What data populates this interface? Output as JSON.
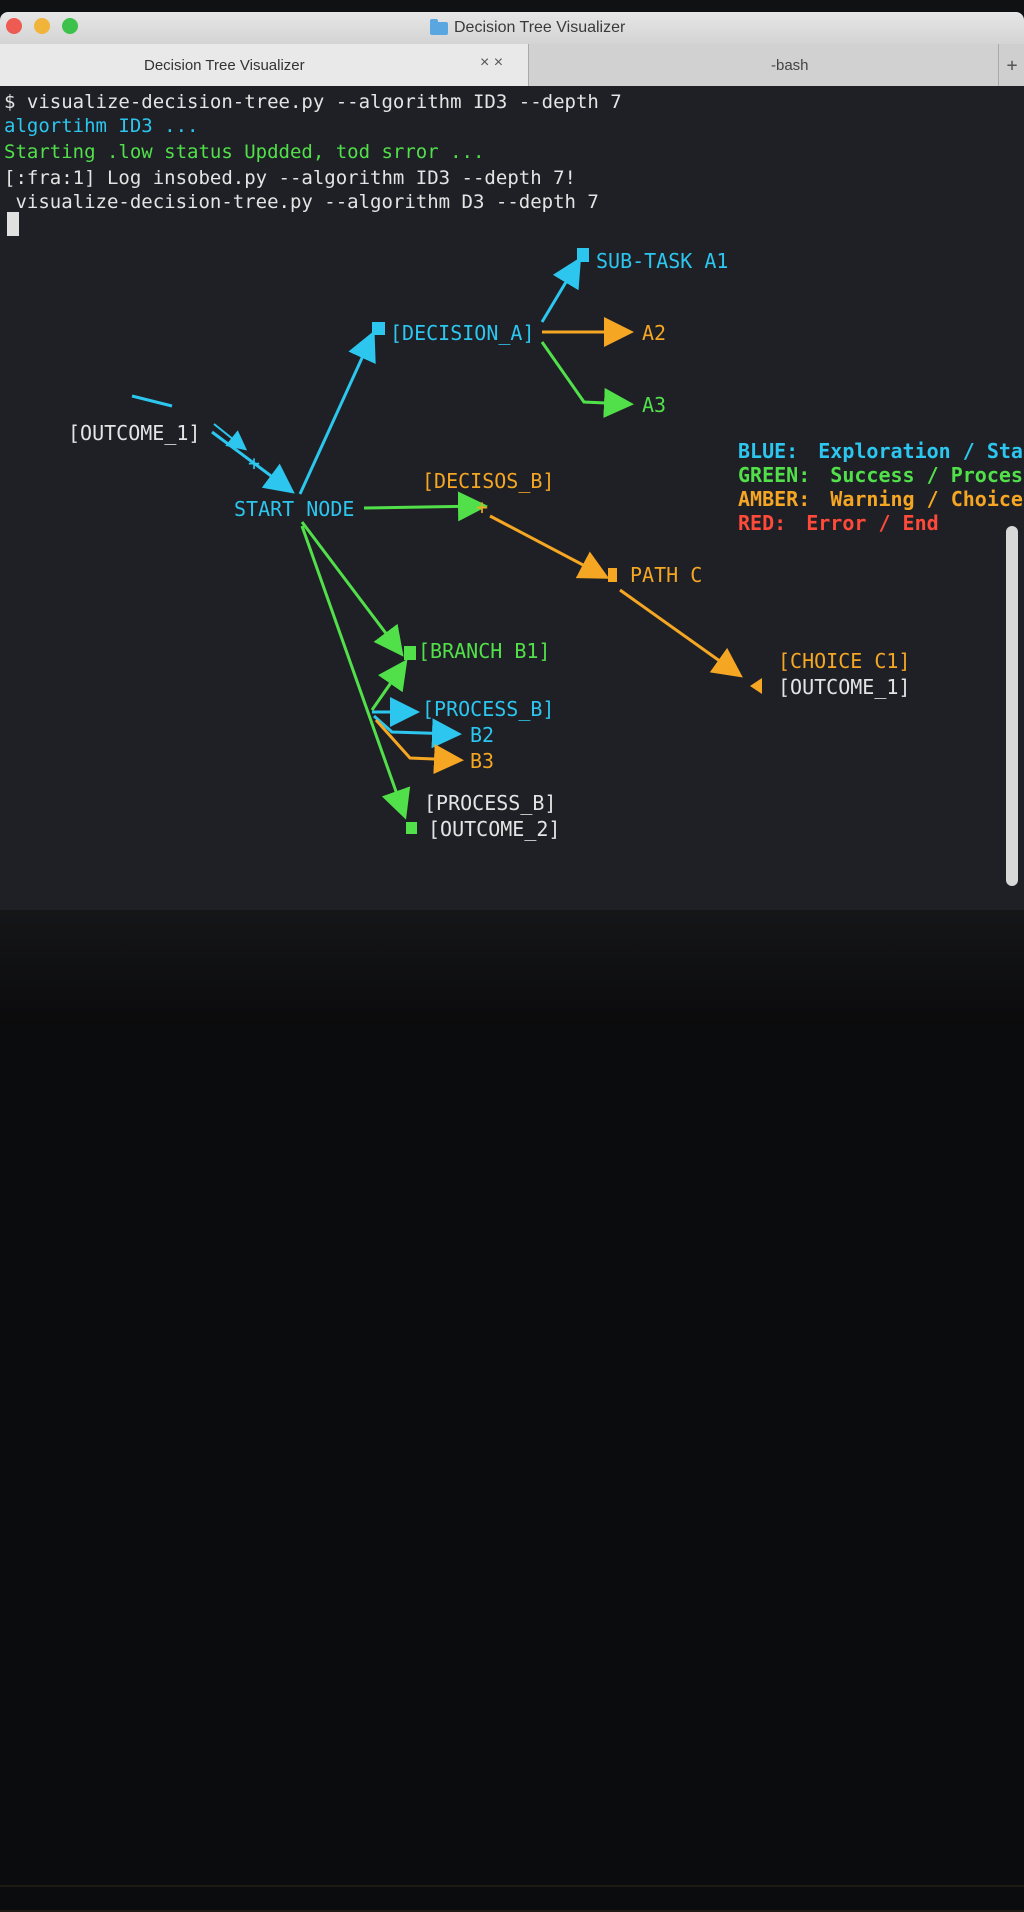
{
  "window": {
    "title": "Decision Tree Visualizer",
    "tabs": [
      {
        "label": "Decision Tree Visualizer",
        "active": true
      },
      {
        "label": "-bash",
        "active": false
      }
    ],
    "tab_close_glyph": "× ×",
    "tab_add_glyph": "+"
  },
  "terminal": {
    "lines": [
      "$ visualize-decision-tree.py --algorithm ID3 --depth 7",
      "algortihm ID3 ...",
      "Starting .low status Updded, tod srror ...",
      "[:fra:1] Log insobed.py --algorithm ID3 --depth 7!",
      " visualize-decision-tree.py --algorithm D3 --depth 7"
    ]
  },
  "tree": {
    "nodes": {
      "start": "START NODE",
      "decision_a": "[DECISION_A]",
      "sub_task_a1": "SUB-TASK A1",
      "a2": "A2",
      "a3": "A3",
      "outcome_1_left": "[OUTCOME_1]",
      "decision_b": "[DECISOЅ_B]",
      "path_c": "PATH C",
      "choice_c1": "[CHOICE C1]",
      "outcome_1_right": "[OUTCOME_1]",
      "branch_b1": "[BRANCH B1]",
      "process_b_1": "[PROCESS_B]",
      "b2": "B2",
      "b3": "B3",
      "process_b_2": "[PROCESS_B]",
      "outcome_2": "[OUTCOME_2]"
    },
    "legend": [
      {
        "key": "BLUE:",
        "desc": "Exploration / Start",
        "color": "#2cc6ef"
      },
      {
        "key": "GREEN:",
        "desc": "Success / Process",
        "color": "#52e04a"
      },
      {
        "key": "AMBER:",
        "desc": "Warning / Choice",
        "color": "#f5a623"
      },
      {
        "key": "RED:",
        "desc": "Error / End",
        "color": "#ff4a3a"
      }
    ]
  },
  "colors": {
    "blue": "#2cc6ef",
    "green": "#52e04a",
    "amber": "#f5a623",
    "red": "#ff4a3a",
    "white": "#e4e4e4"
  }
}
